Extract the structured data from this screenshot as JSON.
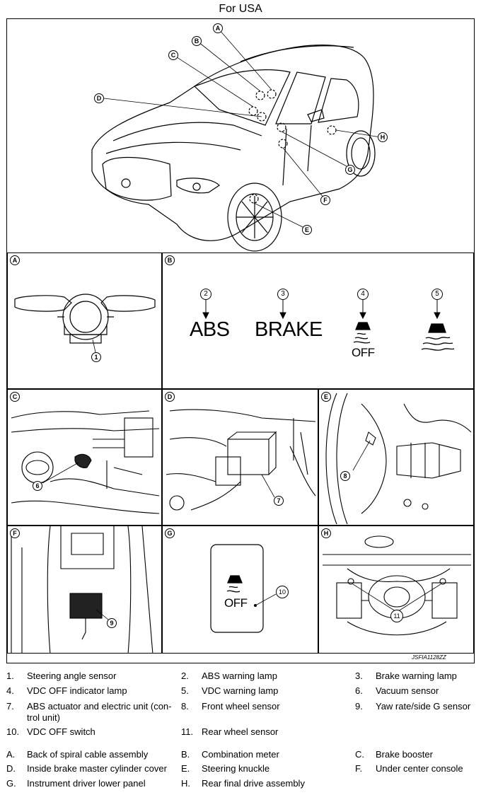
{
  "page_title": "For USA",
  "figure_code": "JSFIA1128ZZ",
  "overview_callouts": [
    "A",
    "B",
    "C",
    "D",
    "E",
    "F",
    "G",
    "H"
  ],
  "panels": {
    "A": {
      "letter": "A",
      "callout": "1"
    },
    "B": {
      "letter": "B",
      "lamps": [
        {
          "num": "2",
          "text": "ABS"
        },
        {
          "num": "3",
          "text": "BRAKE"
        },
        {
          "num": "4",
          "text": "OFF"
        },
        {
          "num": "5",
          "text": ""
        }
      ]
    },
    "C": {
      "letter": "C",
      "callout": "6"
    },
    "D": {
      "letter": "D",
      "callout": "7"
    },
    "E": {
      "letter": "E",
      "callout": "8"
    },
    "F": {
      "letter": "F",
      "callout": "9"
    },
    "G": {
      "letter": "G",
      "callout": "10",
      "switch_text": "OFF"
    },
    "H": {
      "letter": "H",
      "callout": "11"
    }
  },
  "legend_numbers": [
    {
      "k": "1.",
      "v": "Steering angle sensor"
    },
    {
      "k": "2.",
      "v": "ABS warning lamp"
    },
    {
      "k": "3.",
      "v": "Brake warning lamp"
    },
    {
      "k": "4.",
      "v": "VDC OFF indicator lamp"
    },
    {
      "k": "5.",
      "v": "VDC warning lamp"
    },
    {
      "k": "6.",
      "v": "Vacuum sensor"
    },
    {
      "k": "7.",
      "v": "ABS actuator and electric unit (con-",
      "v2": "trol unit)"
    },
    {
      "k": "8.",
      "v": "Front wheel sensor"
    },
    {
      "k": "9.",
      "v": "Yaw rate/side G sensor"
    },
    {
      "k": "10.",
      "v": "VDC OFF switch"
    },
    {
      "k": "11.",
      "v": "Rear wheel sensor"
    }
  ],
  "legend_letters": [
    {
      "k": "A.",
      "v": "Back of spiral cable assembly"
    },
    {
      "k": "B.",
      "v": "Combination meter"
    },
    {
      "k": "C.",
      "v": "Brake booster"
    },
    {
      "k": "D.",
      "v": "Inside brake master cylinder cover"
    },
    {
      "k": "E.",
      "v": "Steering knuckle"
    },
    {
      "k": "F.",
      "v": "Under center console"
    },
    {
      "k": "G.",
      "v": "Instrument driver lower panel"
    },
    {
      "k": "H.",
      "v": "Rear final drive assembly"
    }
  ]
}
